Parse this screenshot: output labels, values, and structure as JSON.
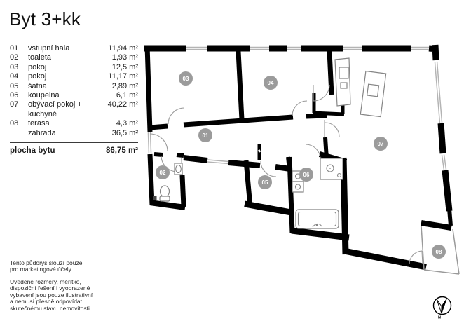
{
  "title": "Byt 3+kk",
  "legend": {
    "rows": [
      {
        "num": "01",
        "name": "vstupní hala",
        "area": "11,94 m²"
      },
      {
        "num": "02",
        "name": "toaleta",
        "area": "1,93 m²"
      },
      {
        "num": "03",
        "name": "pokoj",
        "area": "12,5 m²"
      },
      {
        "num": "04",
        "name": "pokoj",
        "area": "11,17 m²"
      },
      {
        "num": "05",
        "name": "šatna",
        "area": "2,89 m²"
      },
      {
        "num": "06",
        "name": "koupelna",
        "area": "6,1 m²"
      },
      {
        "num": "07",
        "name": "obývací pokoj + kuchyně",
        "area": "40,22 m²"
      },
      {
        "num": "08",
        "name": "terasa",
        "area": "4,3 m²"
      },
      {
        "num": "",
        "name": "zahrada",
        "area": "36,5 m²"
      }
    ],
    "total_label": "plocha bytu",
    "total_area": "86,75 m²"
  },
  "notes": {
    "note1": "Tento půdorys slouží pouze\npro marketingové účely.",
    "note2": "Uvedené rozměry, měřítko,\ndispoziční řešení i vyobrazené\nvybavení jsou pouze ilustrativní\na nemusí přesně odpovídat\nskutečnému stavu nemovitosti."
  },
  "plan": {
    "badges": [
      "01",
      "02",
      "03",
      "04",
      "05",
      "06",
      "07",
      "08"
    ],
    "compass_label": "N"
  },
  "colors": {
    "wall": "#000000",
    "badge": "#9b9b9b",
    "window": "#b4b4b4",
    "door_arc": "#9a9a9a",
    "fixture": "#858585"
  }
}
